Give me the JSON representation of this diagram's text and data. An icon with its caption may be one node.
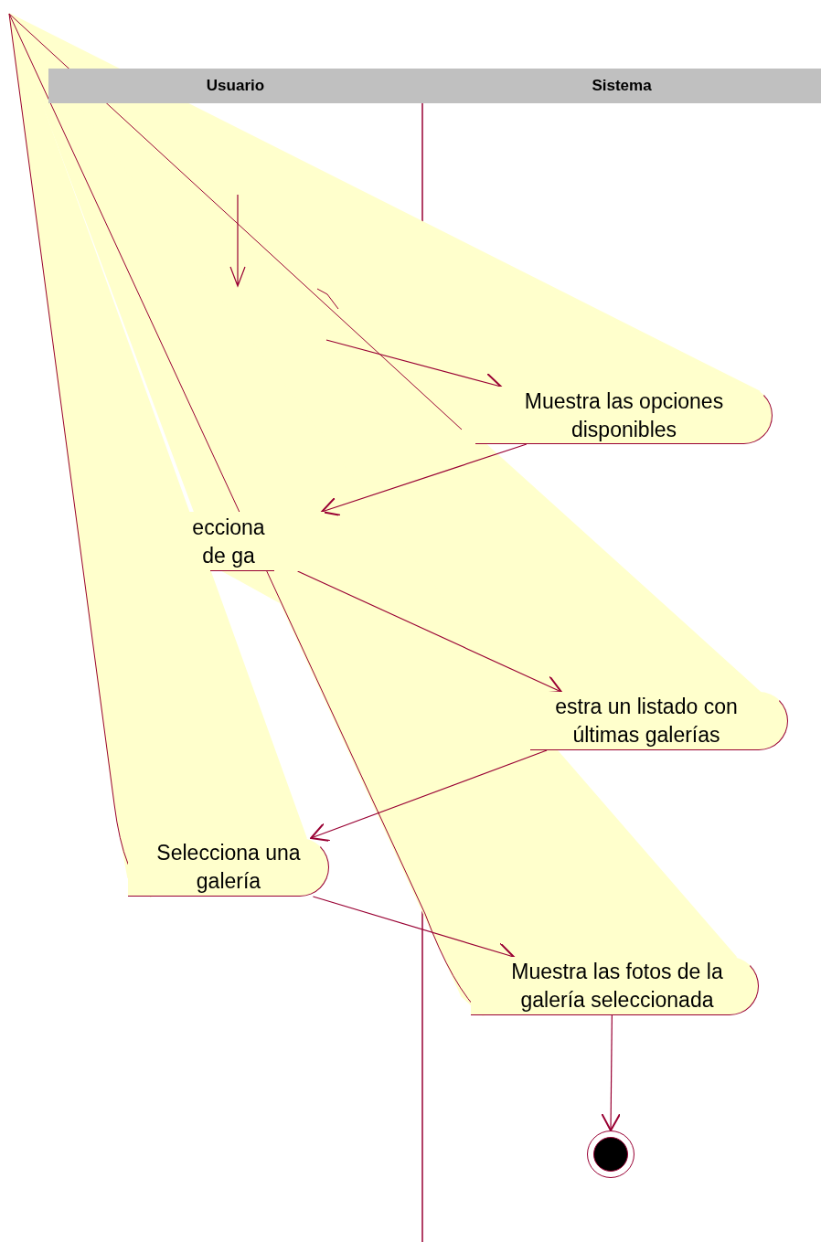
{
  "diagram": {
    "nodes": [
      {
        "text": [
          "Usuario"
        ]
      },
      {
        "text": [
          "Sistema"
        ]
      },
      {
        "text": [
          "Muestra las opciones disponibles"
        ]
      },
      {
        "text": [
          "ecciona de ga"
        ]
      },
      {
        "text": [
          "estra un listado con últimas galerías"
        ]
      },
      {
        "text": [
          "Selecciona una galería"
        ]
      },
      {
        "text": [
          "Muestra las fotos de la galería seleccionada"
        ]
      },
      {
        "text": [],
        "shape": "circle"
      }
    ],
    "edges": [
      {
        "from": null,
        "to": 2,
        "arrow": "to"
      },
      {
        "from": 2,
        "to": 3,
        "arrow": "to"
      },
      {
        "from": 3,
        "to": 4,
        "arrow": "to"
      },
      {
        "from": 4,
        "to": 5,
        "arrow": "to"
      },
      {
        "from": 5,
        "to": 6,
        "arrow": "to"
      },
      {
        "from": 6,
        "to": 7,
        "arrow": "to"
      }
    ]
  }
}
